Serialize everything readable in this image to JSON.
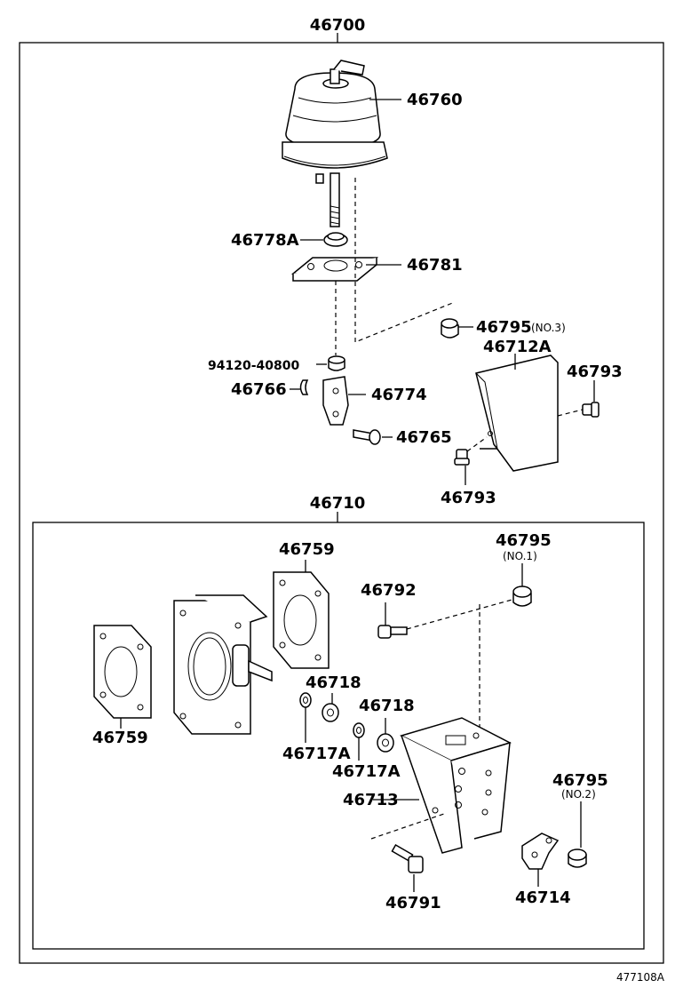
{
  "labels": {
    "p46700": "46700",
    "p46760": "46760",
    "p46778A": "46778A",
    "p46781": "46781",
    "p46795_3": "46795",
    "no3": "(NO.3)",
    "p46712A": "46712A",
    "p46793_top": "46793",
    "p94120": "94120-40800",
    "p46766": "46766",
    "p46774": "46774",
    "p46765": "46765",
    "p46793_bot": "46793",
    "p46710": "46710",
    "p46759_top": "46759",
    "p46795_1": "46795",
    "no1": "(NO.1)",
    "p46792": "46792",
    "p46759_left": "46759",
    "p46718_a": "46718",
    "p46718_b": "46718",
    "p46717A_a": "46717A",
    "p46717A_b": "46717A",
    "p46795_2": "46795",
    "no2": "(NO.2)",
    "p46713": "46713",
    "p46791": "46791",
    "p46714": "46714"
  },
  "footer": {
    "code": "477108A"
  }
}
